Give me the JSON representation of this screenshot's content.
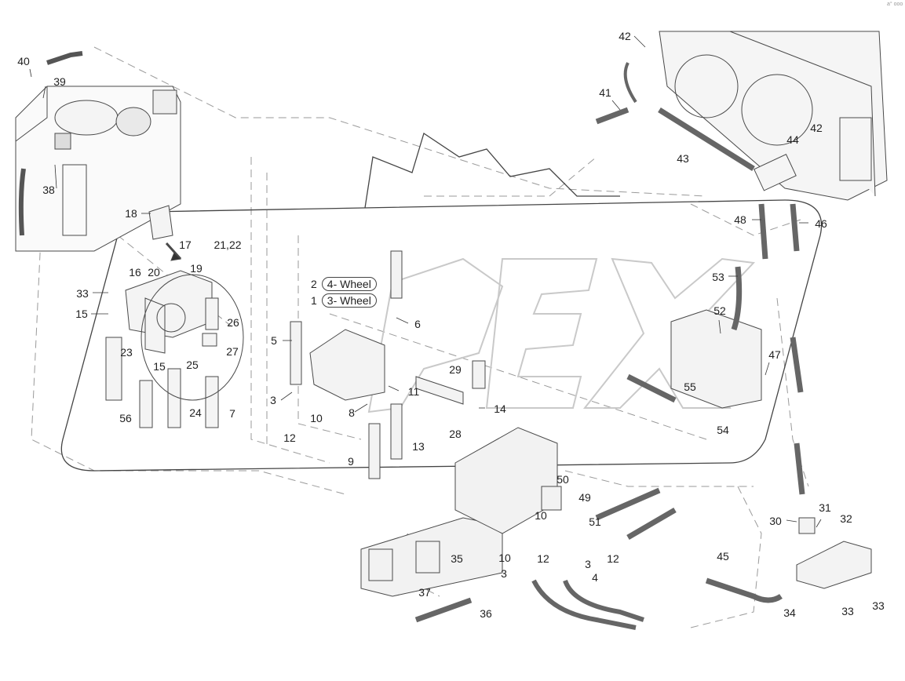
{
  "callouts": [
    {
      "id": "c40",
      "label": "40"
    },
    {
      "id": "c39",
      "label": "39"
    },
    {
      "id": "c38",
      "label": "38"
    },
    {
      "id": "c18",
      "label": "18"
    },
    {
      "id": "c17",
      "label": "17"
    },
    {
      "id": "c2122",
      "label": "21,22"
    },
    {
      "id": "c16",
      "label": "16"
    },
    {
      "id": "c20",
      "label": "20"
    },
    {
      "id": "c19",
      "label": "19"
    },
    {
      "id": "c33a",
      "label": "33"
    },
    {
      "id": "c15a",
      "label": "15"
    },
    {
      "id": "c26",
      "label": "26"
    },
    {
      "id": "c23",
      "label": "23"
    },
    {
      "id": "c15b",
      "label": "15"
    },
    {
      "id": "c25",
      "label": "25"
    },
    {
      "id": "c27",
      "label": "27"
    },
    {
      "id": "c56",
      "label": "56"
    },
    {
      "id": "c24",
      "label": "24"
    },
    {
      "id": "c7",
      "label": "7"
    },
    {
      "id": "c5",
      "label": "5"
    },
    {
      "id": "c3a",
      "label": "3"
    },
    {
      "id": "c10a",
      "label": "10"
    },
    {
      "id": "c12a",
      "label": "12"
    },
    {
      "id": "c6",
      "label": "6"
    },
    {
      "id": "c11",
      "label": "11"
    },
    {
      "id": "c8",
      "label": "8"
    },
    {
      "id": "c9",
      "label": "9"
    },
    {
      "id": "c13",
      "label": "13"
    },
    {
      "id": "c29",
      "label": "29"
    },
    {
      "id": "c14",
      "label": "14"
    },
    {
      "id": "c28",
      "label": "28"
    },
    {
      "id": "c42a",
      "label": "42"
    },
    {
      "id": "c41",
      "label": "41"
    },
    {
      "id": "c43",
      "label": "43"
    },
    {
      "id": "c44",
      "label": "44"
    },
    {
      "id": "c42b",
      "label": "42"
    },
    {
      "id": "c48",
      "label": "48"
    },
    {
      "id": "c46",
      "label": "46"
    },
    {
      "id": "c53",
      "label": "53"
    },
    {
      "id": "c52",
      "label": "52"
    },
    {
      "id": "c47",
      "label": "47"
    },
    {
      "id": "c55",
      "label": "55"
    },
    {
      "id": "c54",
      "label": "54"
    },
    {
      "id": "c50",
      "label": "50"
    },
    {
      "id": "c49",
      "label": "49"
    },
    {
      "id": "c10b",
      "label": "10"
    },
    {
      "id": "c51",
      "label": "51"
    },
    {
      "id": "c12b",
      "label": "12"
    },
    {
      "id": "c10c",
      "label": "10"
    },
    {
      "id": "c12c",
      "label": "12"
    },
    {
      "id": "c3b",
      "label": "3"
    },
    {
      "id": "c3c",
      "label": "3"
    },
    {
      "id": "c4",
      "label": "4"
    },
    {
      "id": "c35",
      "label": "35"
    },
    {
      "id": "c36",
      "label": "36"
    },
    {
      "id": "c37",
      "label": "37"
    },
    {
      "id": "c30",
      "label": "30"
    },
    {
      "id": "c31",
      "label": "31"
    },
    {
      "id": "c32",
      "label": "32"
    },
    {
      "id": "c45",
      "label": "45"
    },
    {
      "id": "c34",
      "label": "34"
    },
    {
      "id": "c33b",
      "label": "33"
    },
    {
      "id": "c33c",
      "label": "33"
    }
  ],
  "variants": [
    {
      "number": "2",
      "name": "4- Wheel"
    },
    {
      "number": "1",
      "name": "3- Wheel"
    }
  ],
  "watermark": "REX",
  "corner_mark": "a° ooo",
  "colors": {
    "line": "#4a4a4a",
    "dash": "#9a9a9a",
    "text": "#222222",
    "watermark": "#cfcfcf"
  }
}
